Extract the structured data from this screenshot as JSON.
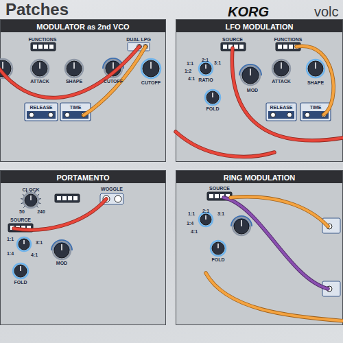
{
  "diagram": {
    "title": "Patches",
    "nodes": [
      {
        "text": [
          "MODULATOR as 2nd VCO"
        ]
      },
      {
        "text": [
          "LFO MODULATION"
        ]
      },
      {
        "text": [
          "PORTAMENTO"
        ]
      },
      {
        "text": [
          "RING MODULATION"
        ]
      }
    ],
    "labels": [
      "KORG",
      "volc",
      "FUNCTIONS",
      "DUAL LPG",
      "ATTACK",
      "SHAPE",
      "CUTOFF",
      "CUTOFF",
      "RELEASE",
      "TIME",
      "SOURCE",
      "FUNCTIONS",
      "2:1",
      "3:1",
      "1:1",
      "1:2",
      "4:1",
      "RATIO",
      "MOD",
      "ATTACK",
      "SHAPE",
      "FOLD",
      "RELEASE",
      "TIME",
      "CLOCK",
      "50",
      "240",
      "WOGGLE",
      "SOURCE",
      "1:1",
      "3:1",
      "1:4",
      "4:1",
      "MOD",
      "FOLD",
      "SOURCE",
      "2:1",
      "3:1",
      "1:1",
      "1:4",
      "4:1",
      "FOLD"
    ]
  }
}
